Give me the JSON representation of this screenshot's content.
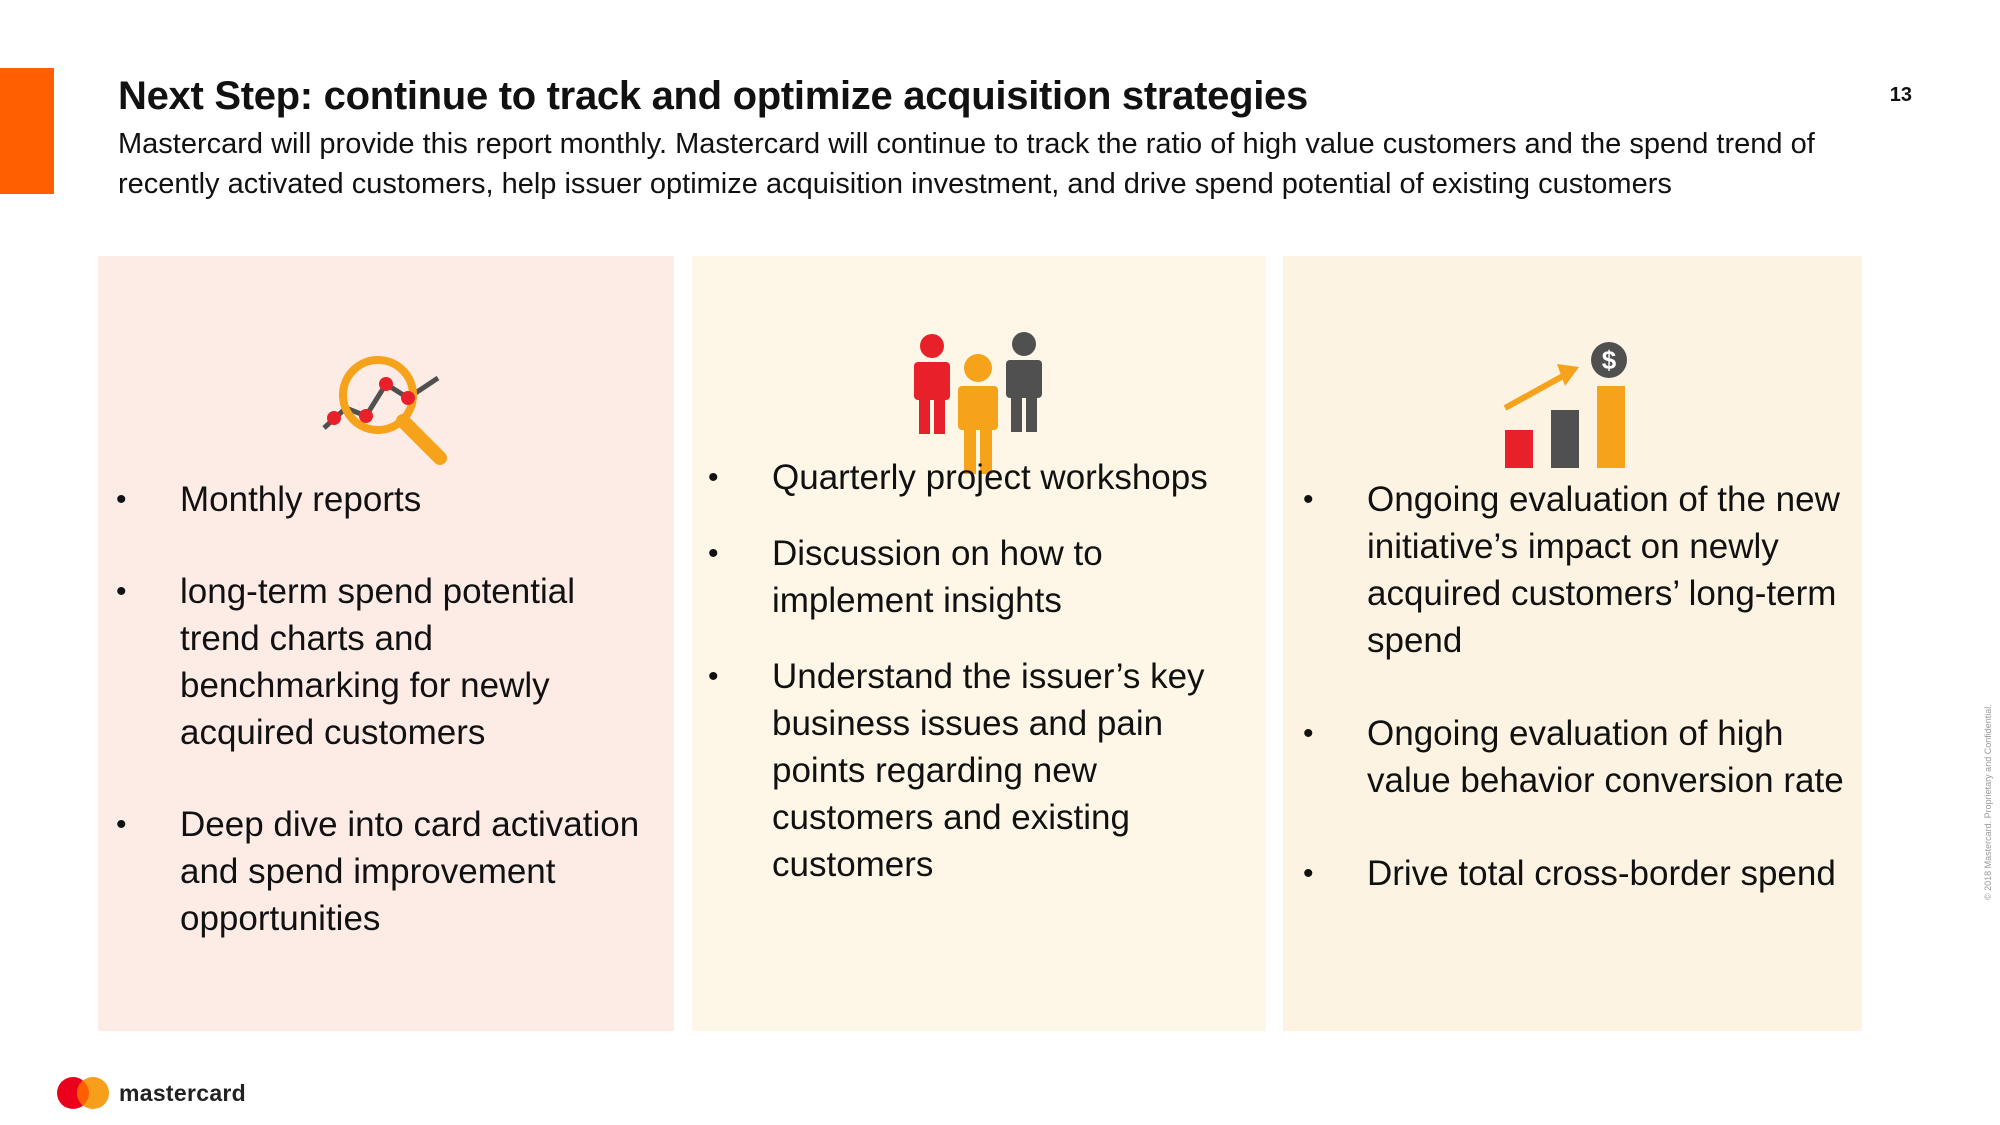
{
  "slide": {
    "title": "Next Step: continue to track and optimize acquisition strategies",
    "subtitle": "Mastercard will provide this report monthly. Mastercard will continue to track the ratio of high value customers and the spend trend of recently activated customers, help issuer optimize acquisition investment, and drive spend potential of existing customers",
    "page_number": "13"
  },
  "cards": [
    {
      "icon": "magnifier-chart-icon",
      "bullets": [
        "Monthly reports",
        "long-term spend potential trend charts and benchmarking for newly acquired customers",
        "Deep dive into card activation and spend improvement opportunities"
      ]
    },
    {
      "icon": "people-group-icon",
      "bullets": [
        "Quarterly project workshops",
        "Discussion on how to implement insights",
        "Understand the issuer’s key business issues and pain points regarding new customers and existing customers"
      ]
    },
    {
      "icon": "growth-chart-dollar-icon",
      "bullets": [
        "Ongoing evaluation of the new initiative’s impact on newly acquired customers’ long-term spend",
        "Ongoing evaluation of high value behavior conversion rate",
        "Drive total cross-border spend"
      ]
    }
  ],
  "footer": {
    "logo_text": "mastercard",
    "copyright": "© 2018 Mastercard. Proprietary and Confidential."
  },
  "colors": {
    "accent": "#ff5f00",
    "card1_bg": "#fdece6",
    "card2_bg": "#fef7e8",
    "card3_bg": "#fdf3e3",
    "red": "#e8202a",
    "orange": "#f7a21b",
    "gray": "#505050"
  }
}
